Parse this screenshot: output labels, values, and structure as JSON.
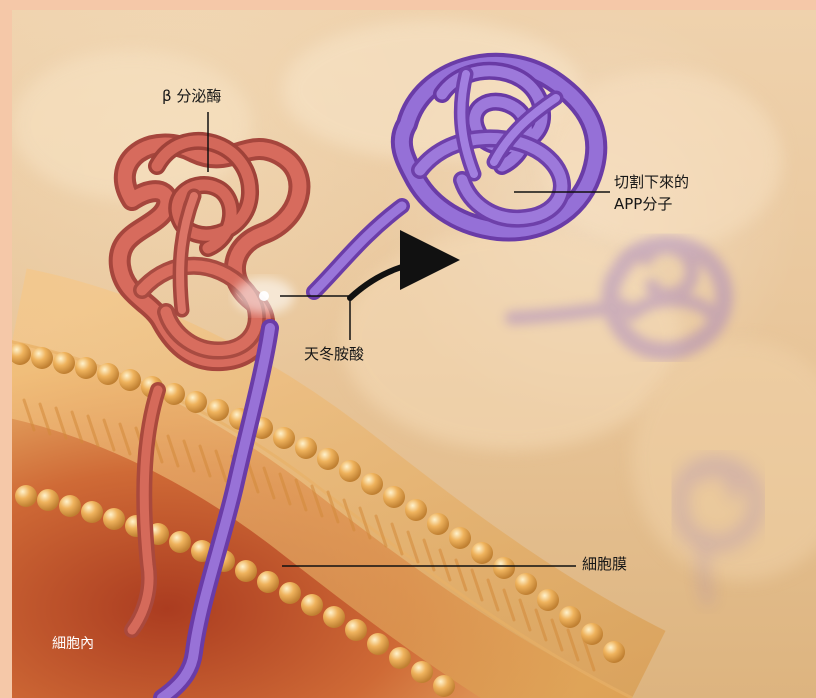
{
  "labels": {
    "beta_secretase": "β 分泌酶",
    "cut_fragment_line1": "切割下來的",
    "cut_fragment_line2": "APP分子",
    "aspartate": "天冬胺酸",
    "cell_membrane": "細胞膜",
    "inside_cell": "細胞內"
  },
  "colors": {
    "outer_frame": "#f5c8a8",
    "enzyme": "#c95a4b",
    "app": "#8f62c9",
    "membrane_bead": "#e1a14b",
    "label_text": "#161616"
  }
}
